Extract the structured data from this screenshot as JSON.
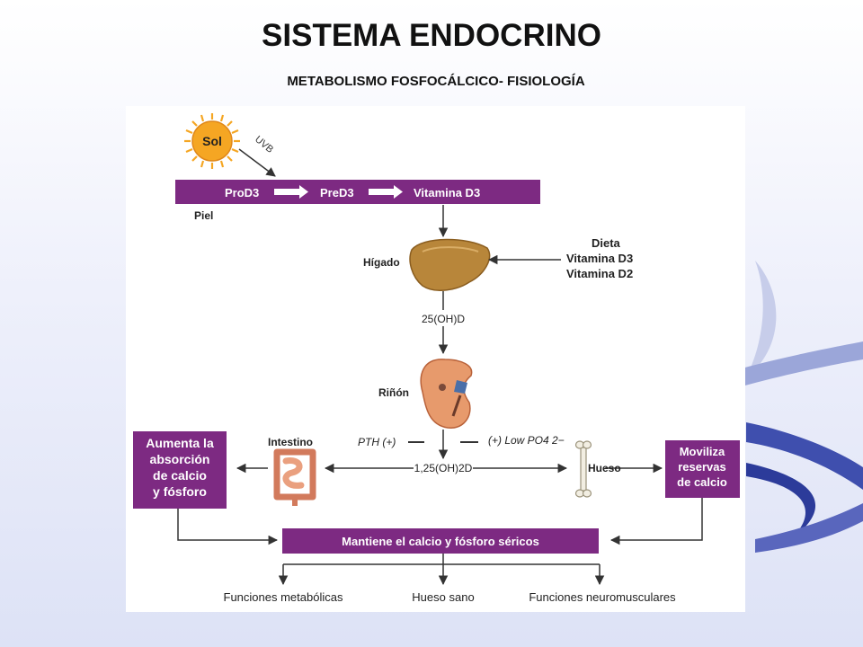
{
  "slide": {
    "title": "SISTEMA ENDOCRINO",
    "subtitle": "METABOLISMO FOSFOCÁLCICO- FISIOLOGÍA"
  },
  "diagram": {
    "sun": {
      "label": "Sol",
      "ray_label": "UVB"
    },
    "skin_band": {
      "steps": [
        "ProD3",
        "PreD3",
        "Vitamina D3"
      ],
      "skin_label": "Piel"
    },
    "liver": {
      "label": "Hígado"
    },
    "diet": {
      "title": "Dieta",
      "items": [
        "Vitamina D3",
        "Vitamina D2"
      ]
    },
    "metabolite_25": "25(OH)D",
    "kidney": {
      "label": "Riñón"
    },
    "regulators": {
      "pth": "PTH (+)",
      "low_po4": "(+) Low PO4 2−"
    },
    "metabolite_125": "1,25(OH)2D",
    "intestine": {
      "label": "Intestino"
    },
    "bone": {
      "label": "Hueso"
    },
    "box_left": {
      "lines": [
        "Aumenta la",
        "absorción",
        "de calcio",
        "y fósforo"
      ]
    },
    "box_right": {
      "lines": [
        "Moviliza",
        "reservas",
        "de calcio"
      ]
    },
    "band_bottom": "Mantiene el calcio y fósforo séricos",
    "outcomes": [
      "Funciones metabólicas",
      "Hueso sano",
      "Funciones neuromusculares"
    ],
    "colors": {
      "purple": "#7d2a82",
      "sun": "#f5a623",
      "liver": "#b8863a",
      "kidney": "#e79a6c",
      "arrow": "#333333"
    }
  }
}
